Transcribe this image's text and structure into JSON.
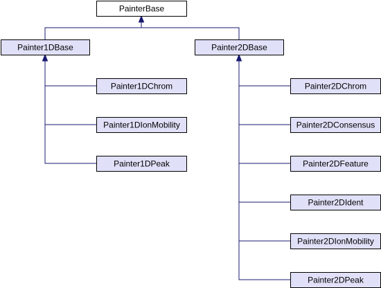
{
  "diagram": {
    "type": "class-inheritance-graph",
    "colors": {
      "root_fill": "#ffffff",
      "node_fill": "#e0e0f8",
      "border": "#000000",
      "edge": "#191970"
    },
    "nodes": [
      {
        "id": "PainterBase",
        "label": "PainterBase"
      },
      {
        "id": "Painter1DBase",
        "label": "Painter1DBase"
      },
      {
        "id": "Painter2DBase",
        "label": "Painter2DBase"
      },
      {
        "id": "Painter1DChrom",
        "label": "Painter1DChrom"
      },
      {
        "id": "Painter1DIonMobility",
        "label": "Painter1DIonMobility"
      },
      {
        "id": "Painter1DPeak",
        "label": "Painter1DPeak"
      },
      {
        "id": "Painter2DChrom",
        "label": "Painter2DChrom"
      },
      {
        "id": "Painter2DConsensus",
        "label": "Painter2DConsensus"
      },
      {
        "id": "Painter2DFeature",
        "label": "Painter2DFeature"
      },
      {
        "id": "Painter2DIdent",
        "label": "Painter2DIdent"
      },
      {
        "id": "Painter2DIonMobility",
        "label": "Painter2DIonMobility"
      },
      {
        "id": "Painter2DPeak",
        "label": "Painter2DPeak"
      }
    ],
    "edges": [
      {
        "from": "Painter1DBase",
        "to": "PainterBase"
      },
      {
        "from": "Painter2DBase",
        "to": "PainterBase"
      },
      {
        "from": "Painter1DChrom",
        "to": "Painter1DBase"
      },
      {
        "from": "Painter1DIonMobility",
        "to": "Painter1DBase"
      },
      {
        "from": "Painter1DPeak",
        "to": "Painter1DBase"
      },
      {
        "from": "Painter2DChrom",
        "to": "Painter2DBase"
      },
      {
        "from": "Painter2DConsensus",
        "to": "Painter2DBase"
      },
      {
        "from": "Painter2DFeature",
        "to": "Painter2DBase"
      },
      {
        "from": "Painter2DIdent",
        "to": "Painter2DBase"
      },
      {
        "from": "Painter2DIonMobility",
        "to": "Painter2DBase"
      },
      {
        "from": "Painter2DPeak",
        "to": "Painter2DBase"
      }
    ]
  }
}
